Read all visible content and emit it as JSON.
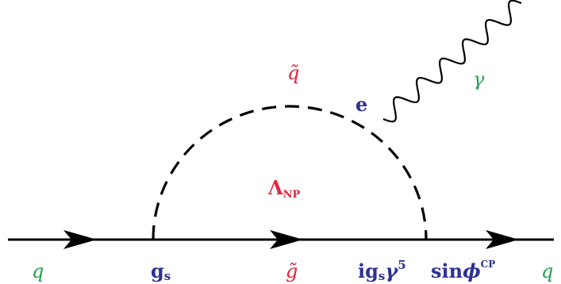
{
  "colors": {
    "green": "#22a152",
    "red": "#e3243b",
    "blue": "#2e3192",
    "line": "#000000"
  },
  "labels": {
    "quark_in": "q",
    "quark_out": "q",
    "squark": "q̃",
    "gluino": "g̃",
    "photon": "γ",
    "electron_charge": "e",
    "np_scale_base": "Λ",
    "np_scale_sub": "NP",
    "strong_coupling_base": "g",
    "strong_coupling_sub": "s",
    "pseudoscalar_prefix": "ig",
    "pseudoscalar_sub": "s",
    "pseudoscalar_gamma": "γ",
    "pseudoscalar_sup": "5",
    "cp_sin": "sin",
    "cp_phi": "ϕ",
    "cp_sup": "CP"
  }
}
